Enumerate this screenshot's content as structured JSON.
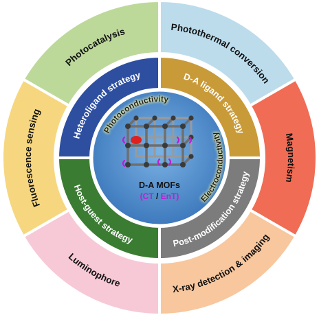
{
  "outer_ring": [
    {
      "label": "Photocatalysis",
      "color": "#bcd99a"
    },
    {
      "label": "Photothermal conversion",
      "color": "#bcdcec"
    },
    {
      "label": "Magnetism",
      "color": "#f06c55"
    },
    {
      "label": "X-ray detection & imaging",
      "color": "#f8c79e"
    },
    {
      "label": "Luminophore",
      "color": "#f7c9d7"
    },
    {
      "label": "Fluorescence sensing",
      "color": "#f6d77f"
    }
  ],
  "inner_ring": [
    {
      "label": "Heteroligand strategy",
      "color": "#2e4fa0"
    },
    {
      "label": "D-A ligand strategy",
      "color": "#c99a38"
    },
    {
      "label": "Post-modification strategy",
      "color": "#7c7c7c"
    },
    {
      "label": "Host-guest strategy",
      "color": "#3b7c33"
    }
  ],
  "core": {
    "glow_labels": [
      "Photoconductivity",
      "Electroconductivity"
    ],
    "glow_color": "#fff7a0",
    "title": "D-A MOFs",
    "sub_open": "(",
    "sub_ct": "CT",
    "sub_sep": " / ",
    "sub_ent": "EnT",
    "sub_close": ")",
    "ct_color": "#c21bd2",
    "paren_color": "#c21bd2",
    "core_color": "#4a88c9"
  }
}
